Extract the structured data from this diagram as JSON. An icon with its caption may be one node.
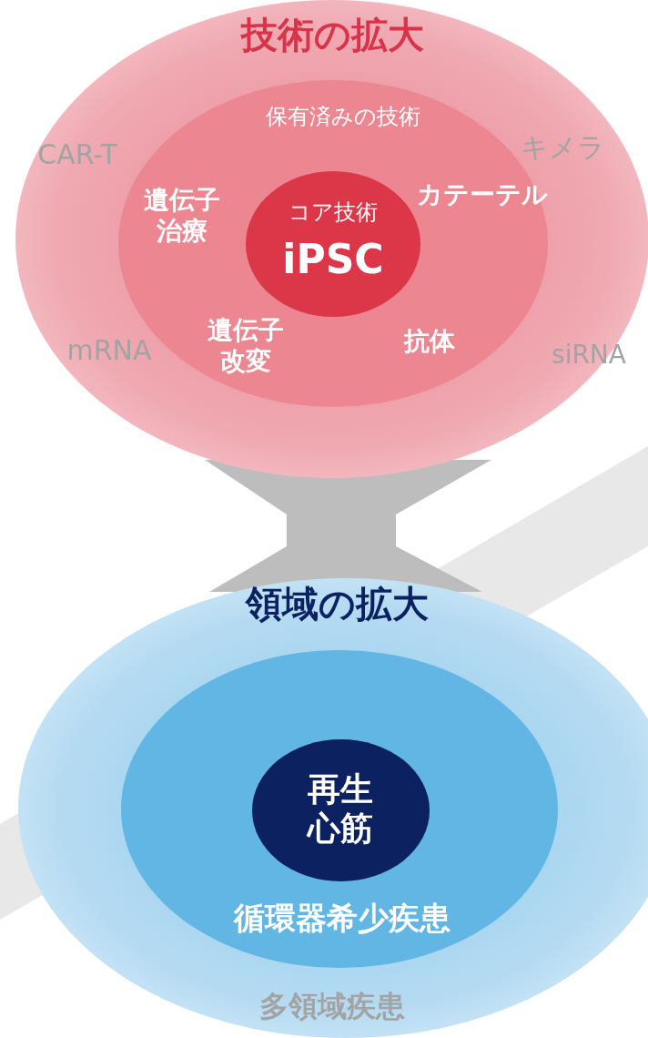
{
  "diagram": {
    "nodes": [
      {
        "text": [
          "技術の拡大",
          "CAR-T",
          "キメラ",
          "mRNA",
          "siRNA"
        ]
      },
      {
        "text": [
          "保有済みの技術",
          "遺伝子治療",
          "カテーテル",
          "遺伝子改変",
          "抗体"
        ],
        "in": 0
      },
      {
        "text": [
          "コア技術",
          "iPSC"
        ],
        "in": 1
      },
      {
        "text": [],
        "shape": "funnel"
      },
      {
        "text": [
          "領域の拡大",
          "多領域疾患"
        ]
      },
      {
        "text": [
          "循環器希少疾患"
        ],
        "in": 4
      },
      {
        "text": [
          "再生心筋"
        ],
        "in": 5
      }
    ]
  }
}
